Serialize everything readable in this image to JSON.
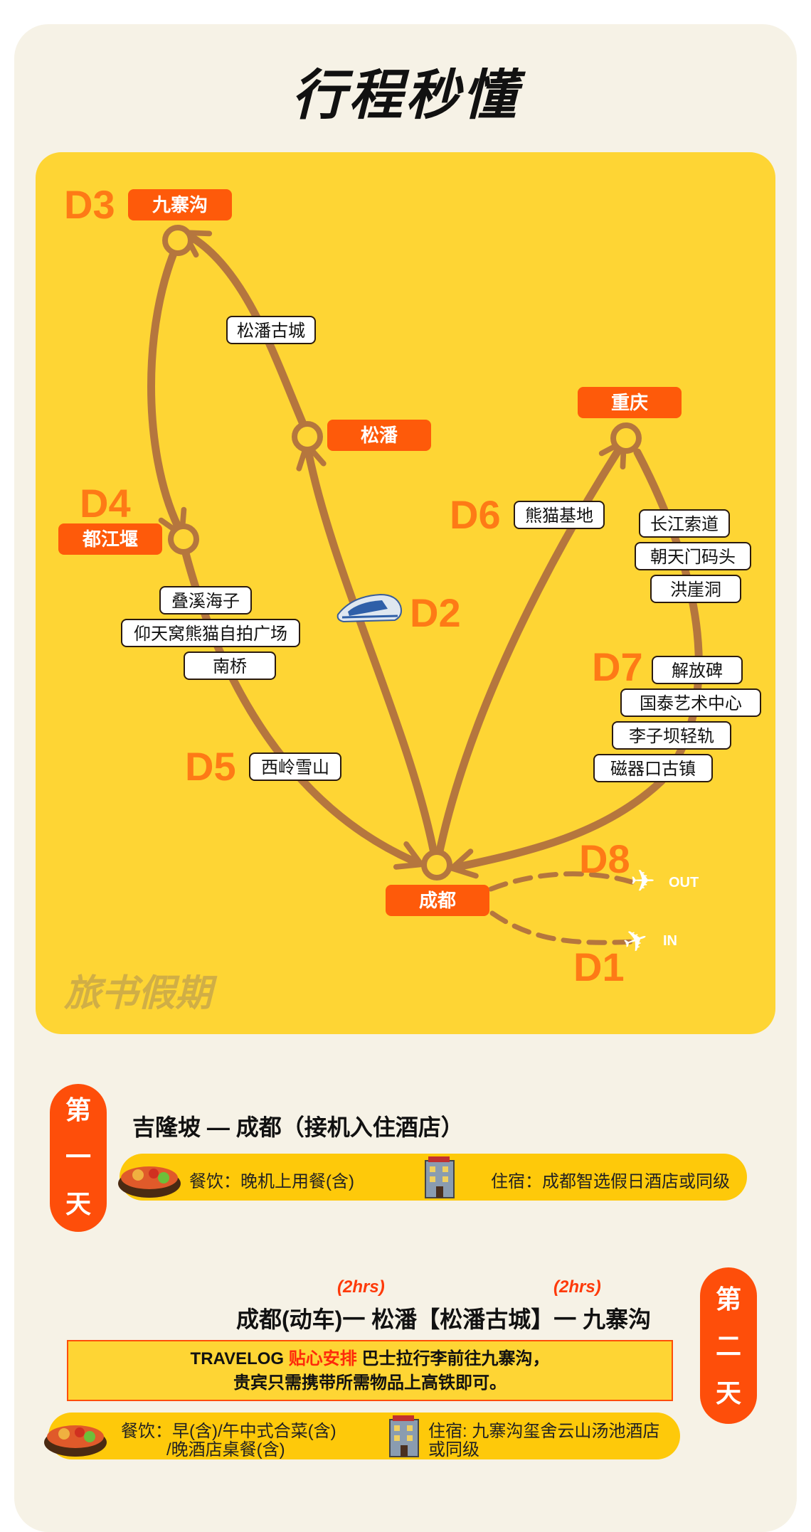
{
  "title": "行程秒懂",
  "watermark": "旅书假期",
  "map": {
    "cities": {
      "jiuzhaigou": "九寨沟",
      "songpan": "松潘",
      "chongqing": "重庆",
      "dujiangyan": "都江堰",
      "chengdu": "成都"
    },
    "days": {
      "d1": "D1",
      "d2": "D2",
      "d3": "D3",
      "d4": "D4",
      "d5": "D5",
      "d6": "D6",
      "d7": "D7",
      "d8": "D8"
    },
    "attractions": {
      "songpan_oldtown": "松潘古城",
      "panda_base": "熊猫基地",
      "yangtze_cableway": "长江索道",
      "chaotianmen": "朝天门码头",
      "hongyadong": "洪崖洞",
      "jiefangbei": "解放碑",
      "guotai": "国泰艺术中心",
      "liziba": "李子坝轻轨",
      "ciqikou": "磁器口古镇",
      "dieqi": "叠溪海子",
      "yangtianwo": "仰天窝熊猫自拍广场",
      "nanqiao": "南桥",
      "xiling": "西岭雪山"
    },
    "flights": {
      "out": "OUT",
      "in": "IN"
    },
    "colors": {
      "route": "#b5763e",
      "map_bg": "#fed534",
      "label_bg": "#fe5a0a",
      "day_text": "#fe7a16"
    },
    "icons": {
      "train": "train-icon",
      "plane": "airplane-icon"
    }
  },
  "day1": {
    "badge": [
      "第",
      "一",
      "天"
    ],
    "heading": "吉隆坡 — 成都（接机入住酒店）",
    "meal": "餐饮：晚机上用餐(含)",
    "hotel": "住宿：成都智选假日酒店或同级"
  },
  "day2": {
    "badge": [
      "第",
      "二",
      "天"
    ],
    "heading": "成都(动车)一 松潘【松潘古城】一 九寨沟",
    "hrs1": "(2hrs)",
    "hrs2": "(2hrs)",
    "note_prefix": "TRAVELOG ",
    "note_highlight": "贴心安排",
    "note_rest": " 巴士拉行李前往九寨沟，",
    "note_line2": "贵宾只需携带所需物品上高铁即可。",
    "meal_line1": "餐饮：早(含)/午中式合菜(含)",
    "meal_line2": "/晚酒店桌餐(含)",
    "hotel_line1": "住宿: 九寨沟玺舍云山汤池酒店",
    "hotel_line2": "或同级"
  }
}
